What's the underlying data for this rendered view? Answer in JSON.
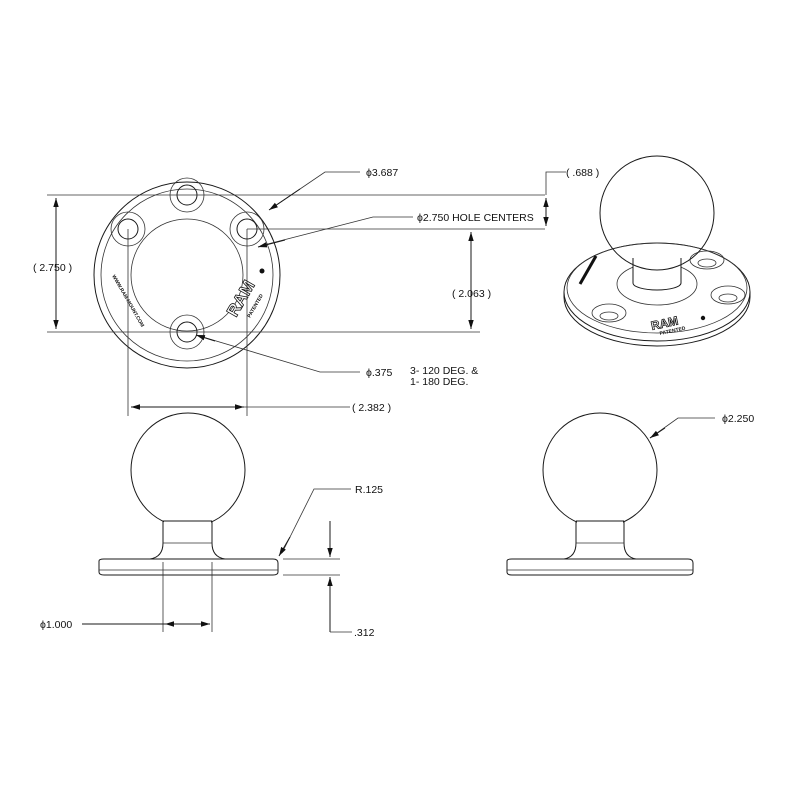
{
  "drawing": {
    "title": "RAM round base with 2.25 inch ball - dimension drawing",
    "brand": "RAM",
    "brand_sub": "PATENTED",
    "website": "WWW.RAM-MOUNT.COM",
    "line_color": "#1a1a1a",
    "background": "#ffffff"
  },
  "dimensions": {
    "base_diameter": "ϕ3.687",
    "hole_centers": "ϕ2.750 HOLE CENTERS",
    "hole_diameter": "ϕ.375",
    "hole_note_line1": "3- 120 DEG. &",
    "hole_note_line2": "1- 180 DEG.",
    "vertical_span": "( 2.750 )",
    "horizontal_span": "( 2.382 )",
    "top_offset": "( .688 )",
    "lower_offset": "( 2.063 )",
    "fillet_radius": "R.125",
    "neck_diameter": "ϕ1.000",
    "base_thickness": ".312",
    "ball_diameter": "ϕ2.250"
  },
  "views": [
    {
      "name": "top-view"
    },
    {
      "name": "isometric-view"
    },
    {
      "name": "front-view"
    },
    {
      "name": "side-view"
    }
  ]
}
